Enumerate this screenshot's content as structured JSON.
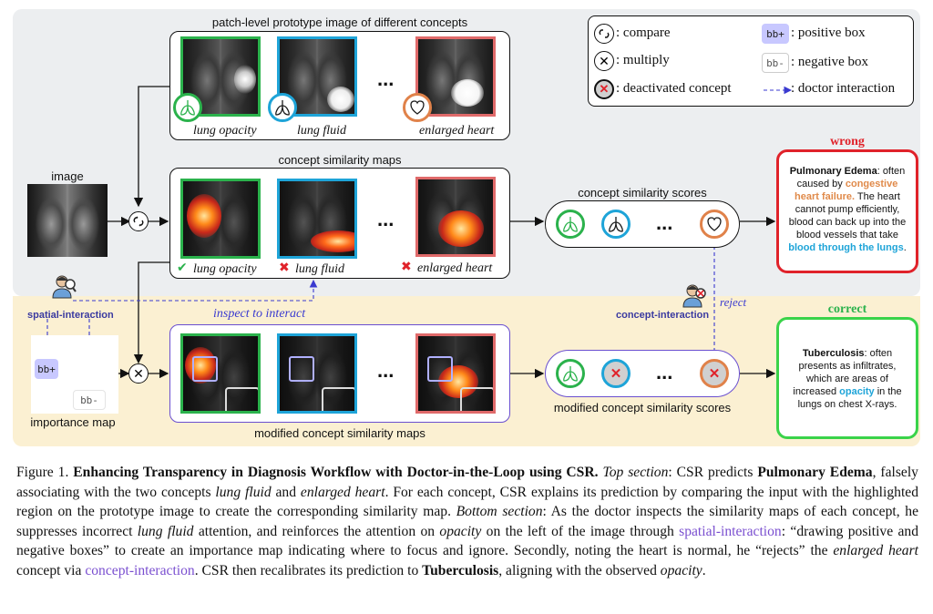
{
  "colors": {
    "top_bg": "#eceef0",
    "bottom_bg": "#fbf0d2",
    "green": "#2bb24c",
    "blue": "#1ea4d8",
    "salmon": "#e06a6a",
    "orange": "#e0824a",
    "red": "#e0222a",
    "purple": "#6a4fd0",
    "wrong_border": "#e0222a",
    "correct_border": "#3ad34a"
  },
  "top": {
    "prototype_title": "patch-level prototype image of different concepts",
    "similarity_title": "concept similarity maps",
    "image_label": "image",
    "scores_title": "concept similarity scores",
    "concepts": [
      "lung opacity",
      "lung fluid",
      "enlarged heart"
    ],
    "ellipsis": "..."
  },
  "legend": {
    "compare": ": compare",
    "multiply": ": multiply",
    "deactivated": ": deactivated concept",
    "positive": ": positive box",
    "negative": ": negative box",
    "doctor": ": doctor interaction",
    "bb_plus": "bb+",
    "bb_minus": "bb-"
  },
  "wrong": {
    "tag": "wrong",
    "line1_bold": "Pulmonary Edema",
    "line1_rest": ": often caused by ",
    "highlight1": "congestive heart failure.",
    "body": " The heart cannot pump efficiently, blood can back up into the blood vessels that take ",
    "highlight2": "blood through the lungs",
    "end": "."
  },
  "correct": {
    "tag": "correct",
    "line1_bold": "Tuberculosis",
    "body1": ": often presents as infiltrates, which are areas of increased ",
    "highlight": "opacity",
    "body2": " in the lungs on chest X-rays."
  },
  "bottom": {
    "spatial_label": "spatial-interaction",
    "inspect_label": "inspect to interact",
    "concept_label": "concept-interaction",
    "reject_label": "reject",
    "importance_label": "importance map",
    "modified_maps_title": "modified concept similarity maps",
    "modified_scores_title": "modified concept similarity scores",
    "bb_plus": "bb+",
    "bb_minus": "bb-"
  },
  "caption": {
    "fig": "Figure 1.",
    "title": "Enhancing Transparency in Diagnosis Workflow with Doctor-in-the-Loop using CSR.",
    "top_sec": "Top section",
    "t1": ": CSR predicts ",
    "pe": "Pulmonary Edema",
    "t2": ", falsely associating with the two concepts ",
    "lf": "lung fluid",
    "t3": " and ",
    "eh": "enlarged heart",
    "t4": ". For each concept, CSR explains its prediction by comparing the input with the highlighted region on the prototype image to create the corresponding similarity map. ",
    "bot_sec": "Bottom section",
    "t5": ": As the doctor inspects the similarity maps of each concept, he suppresses incorrect ",
    "lf2": "lung fluid",
    "t6": " attention, and reinforces the attention on ",
    "op": "opacity",
    "t7": " on the left of the image through ",
    "si": "spatial-interaction",
    "t8": ": “drawing positive and negative boxes” to create an importance map indicating where to focus and ignore. Secondly, noting the heart is normal, he “rejects” the ",
    "eh2": "enlarged heart",
    "t9": " concept via ",
    "ci": "concept-interaction",
    "t10": ". CSR then recalibrates its prediction to ",
    "tb": "Tuberculosis",
    "t11": ", aligning with the observed ",
    "op2": "opacity",
    "t12": "."
  }
}
